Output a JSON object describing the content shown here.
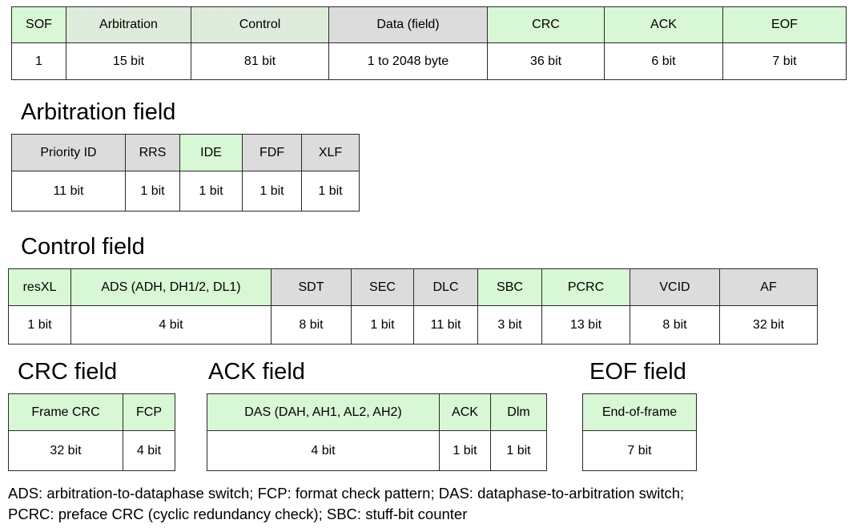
{
  "frame": {
    "headers": [
      "SOF",
      "Arbitration",
      "Control",
      "Data (field)",
      "CRC",
      "ACK",
      "EOF"
    ],
    "sizes": [
      "1",
      "15 bit",
      "81 bit",
      "1 to 2048 byte",
      "36 bit",
      "6 bit",
      "7 bit"
    ]
  },
  "arbitration": {
    "title": "Arbitration field",
    "headers": [
      "Priority ID",
      "RRS",
      "IDE",
      "FDF",
      "XLF"
    ],
    "sizes": [
      "11 bit",
      "1 bit",
      "1 bit",
      "1 bit",
      "1 bit"
    ]
  },
  "control": {
    "title": "Control field",
    "headers": [
      "resXL",
      "ADS (ADH, DH1/2, DL1)",
      "SDT",
      "SEC",
      "DLC",
      "SBC",
      "PCRC",
      "VCID",
      "AF"
    ],
    "sizes": [
      "1 bit",
      "4 bit",
      "8 bit",
      "1 bit",
      "11 bit",
      "3 bit",
      "13 bit",
      "8 bit",
      "32 bit"
    ]
  },
  "crc": {
    "title": "CRC field",
    "headers": [
      "Frame CRC",
      "FCP"
    ],
    "sizes": [
      "32 bit",
      "4 bit"
    ]
  },
  "ack": {
    "title": "ACK field",
    "headers": [
      "DAS (DAH, AH1, AL2, AH2)",
      "ACK",
      "Dlm"
    ],
    "sizes": [
      "4 bit",
      "1 bit",
      "1 bit"
    ]
  },
  "eof": {
    "title": "EOF field",
    "headers": [
      "End-of-frame"
    ],
    "sizes": [
      "7 bit"
    ]
  },
  "caption": {
    "line1": "ADS: arbitration-to-dataphase switch; FCP: format check pattern; DAS: dataphase-to-arbitration switch;",
    "line2": "PCRC: preface CRC (cyclic redundancy check); SBC: stuff-bit counter"
  },
  "colors": {
    "grey": "#dcdcdc",
    "green": "#d8f7d4",
    "border": "#2a2a2a"
  }
}
